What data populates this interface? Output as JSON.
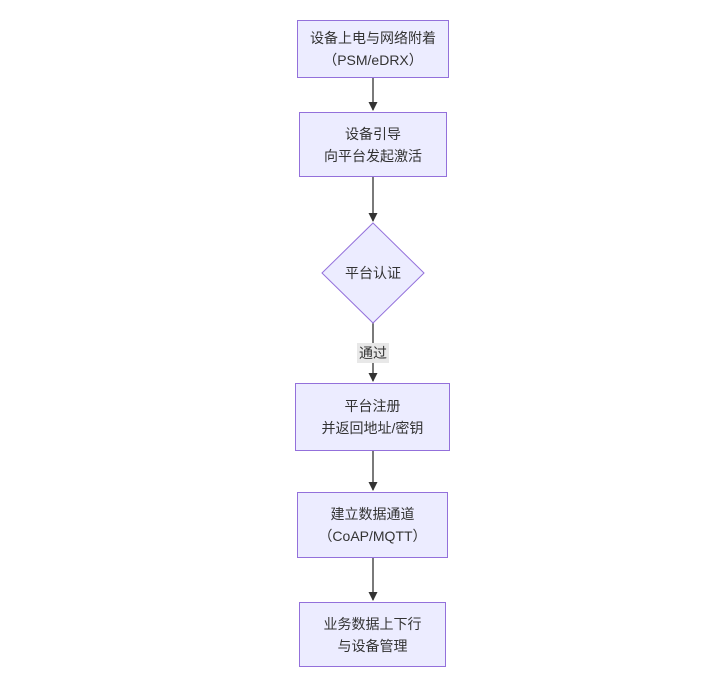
{
  "diagram": {
    "type": "flowchart",
    "direction": "top-down",
    "colors": {
      "background": "#ffffff",
      "node_fill": "#ECECFF",
      "node_border": "#9370DB",
      "text": "#333333",
      "arrow": "#333333",
      "edge_label_bg": "#e8e8e8"
    },
    "nodes": [
      {
        "id": "power-attach",
        "shape": "rect",
        "line1": "设备上电与网络附着",
        "line2": "（PSM/eDRX）"
      },
      {
        "id": "bootstrap",
        "shape": "rect",
        "line1": "设备引导",
        "line2": "向平台发起激活"
      },
      {
        "id": "platform-auth",
        "shape": "diamond",
        "line1": "平台认证",
        "line2": ""
      },
      {
        "id": "platform-register",
        "shape": "rect",
        "line1": "平台注册",
        "line2": "并返回地址/密钥"
      },
      {
        "id": "data-channel",
        "shape": "rect",
        "line1": "建立数据通道",
        "line2": "（CoAP/MQTT）"
      },
      {
        "id": "business-data",
        "shape": "rect",
        "line1": "业务数据上下行",
        "line2": "与设备管理"
      }
    ],
    "edges": [
      {
        "from": "power-attach",
        "to": "bootstrap",
        "label": ""
      },
      {
        "from": "bootstrap",
        "to": "platform-auth",
        "label": ""
      },
      {
        "from": "platform-auth",
        "to": "platform-register",
        "label": "通过"
      },
      {
        "from": "platform-register",
        "to": "data-channel",
        "label": ""
      },
      {
        "from": "data-channel",
        "to": "business-data",
        "label": ""
      }
    ]
  }
}
